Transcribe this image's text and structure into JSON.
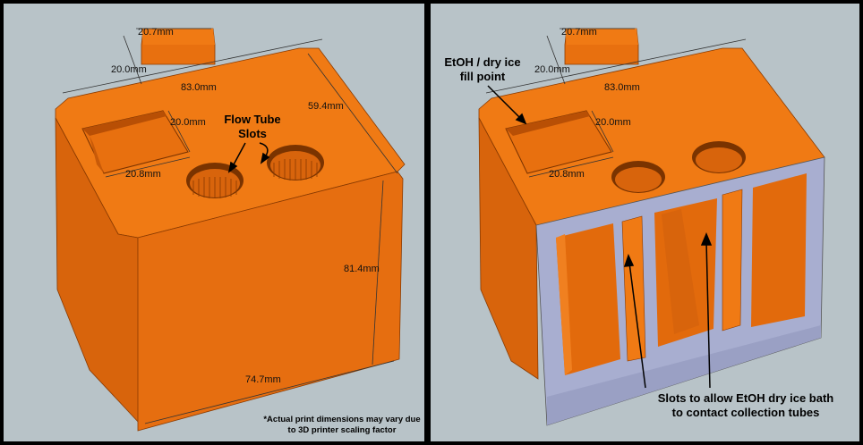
{
  "left": {
    "dims": {
      "tab_width": "20.7mm",
      "tab_depth": "20.0mm",
      "width": "83.0mm",
      "depth": "59.4mm",
      "port_depth": "20.0mm",
      "port_width": "20.8mm",
      "height": "81.4mm",
      "bottom_width": "74.7mm"
    },
    "label_flow_tube": [
      "Flow Tube",
      "Slots"
    ],
    "note": [
      "*Actual print dimensions may vary due",
      "to 3D printer scaling factor"
    ]
  },
  "right": {
    "dims": {
      "tab_width": "20.7mm",
      "tab_depth": "20.0mm",
      "width": "83.0mm",
      "port_depth": "20.0mm",
      "port_width": "20.8mm"
    },
    "label_fill": [
      "EtOH / dry ice",
      "fill point"
    ],
    "label_slots": [
      "Slots to allow EtOH dry ice bath",
      "to contact collection tubes"
    ]
  },
  "colors": {
    "background": "#b8c3c8",
    "orange_front": "#e8700f",
    "orange_top": "#f07a14",
    "orange_dark": "#c85a08",
    "interior_wall": "#a8aed0",
    "border": "#000000"
  }
}
